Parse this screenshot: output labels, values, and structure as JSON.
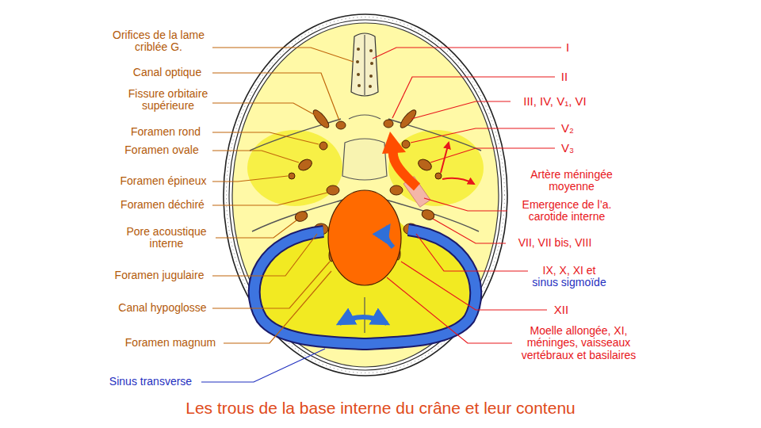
{
  "diagram": {
    "caption": "Les trous de la base interne du crâne et leur contenu",
    "labels": [
      "Orifices de la lame criblée G.",
      "Canal optique",
      "Fissure orbitaire supérieure",
      "Foramen rond",
      "Foramen ovale",
      "Foramen épineux",
      "Foramen déchiré",
      "Pore acoustique interne",
      "Foramen jugulaire",
      "Canal hypoglosse",
      "Foramen magnum",
      "Sinus transverse",
      "I",
      "II",
      "III, IV, V₁, VI",
      "V₂",
      "V₃",
      "Artère méningée moyenne",
      "Emergence de l’a. carotide interne",
      "VII, VII bis, VIII",
      "IX, X, XI et",
      "sinus sigmoïde",
      "XII",
      "Moelle allongée, XI, méninges, vaisseaux vertébraux et basilaires"
    ]
  }
}
